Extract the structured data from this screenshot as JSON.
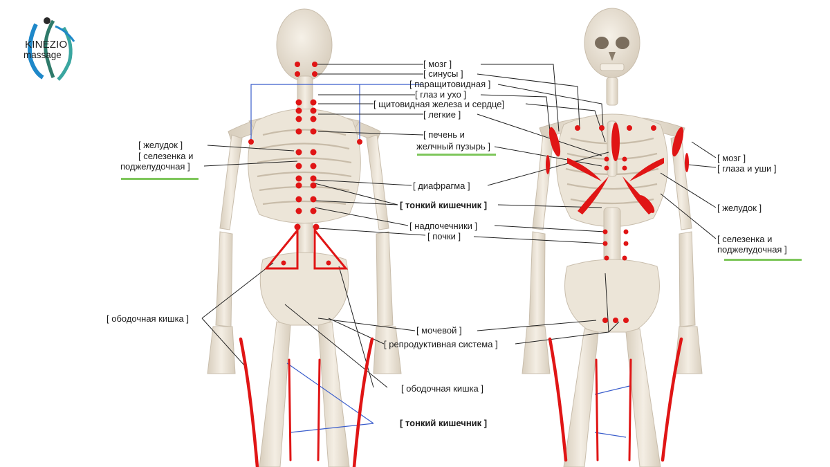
{
  "logo": {
    "line1": "KINEZIO",
    "line2": "massage"
  },
  "labels": {
    "mozg_top": "[ мозг ]",
    "sinusy": "[ синусы ]",
    "parashch": "[ паращитовидная ]",
    "glaz_ukho": "[ глаз и ухо ]",
    "shchit": "[ щитовидная железа и сердце]",
    "legkie": "[ легкие ]",
    "pechen1": "[ печень и",
    "pechen2": "желчный пузырь ]",
    "diafragma": "[ диафрагма ]",
    "tonkiy1": "[ тонкий кишечник ]",
    "nadpoch": "[ надпочечники ]",
    "pochki": "[ почки ]",
    "zheludok_l": "[ желудок ]",
    "selez_l1": "[ селезенка и",
    "selez_l2": "поджелудочная ]",
    "obodoch_l": "[ ободочная кишка ]",
    "mochevoy": "[ мочевой ]",
    "reprod": "[ репродуктивная система ]",
    "obodoch_c": "[ ободочная кишка ]",
    "tonkiy2": "[ тонкий кишечник ]",
    "mozg_r": "[ мозг ]",
    "glaza_ushi": "[ глаза и уши ]",
    "zheludok_r": "[ желудок ]",
    "selez_r1": "[ селезенка и",
    "selez_r2": "поджелудочная ]"
  },
  "colors": {
    "bone": "#ede6da",
    "bone_shade": "#d2c8b8",
    "point": "#e01515",
    "accent_line": "#7dc65a",
    "blue_line": "#3a5dcc"
  }
}
